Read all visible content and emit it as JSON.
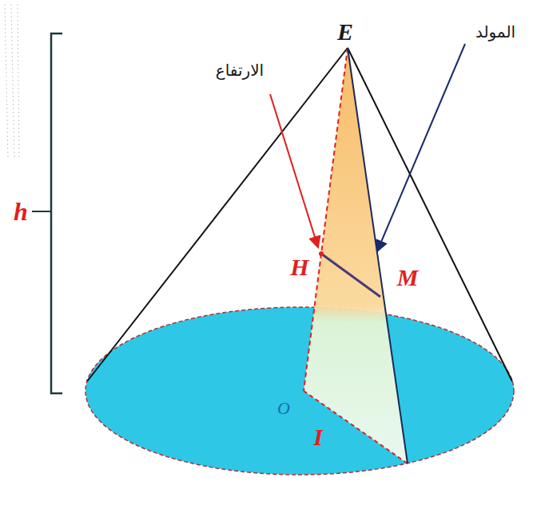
{
  "diagram": {
    "labels": [
      "E",
      "الارتفاع",
      "المولد",
      "h",
      "H",
      "M",
      "O",
      "I"
    ]
  }
}
